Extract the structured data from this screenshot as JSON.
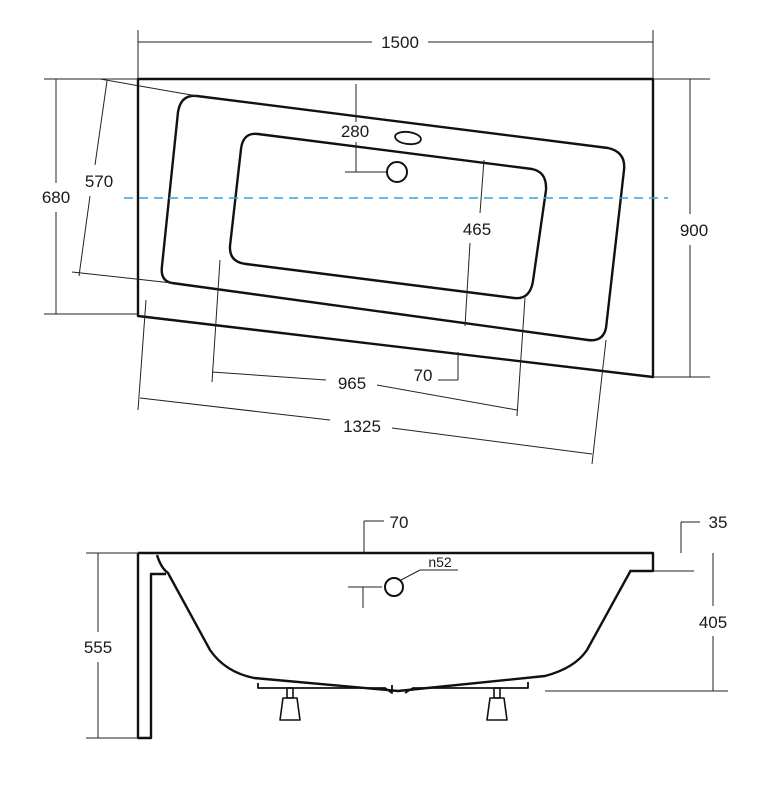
{
  "top_view": {
    "dim_total_width": "1500",
    "dim_height_right": "900",
    "dim_height_left": "680",
    "dim_left_inner": "570",
    "dim_drain_offset": "280",
    "dim_inner_depth": "465",
    "dim_inner_length": "965",
    "dim_offset": "70",
    "dim_outer_length": "1325"
  },
  "side_view": {
    "dim_rim_offset": "70",
    "dim_rim_thickness": "35",
    "dim_overflow_dia": "n52",
    "dim_total_height": "555",
    "dim_inner_depth": "405"
  },
  "colors": {
    "outline": "#111111",
    "axis_line": "#3aa0d8"
  }
}
